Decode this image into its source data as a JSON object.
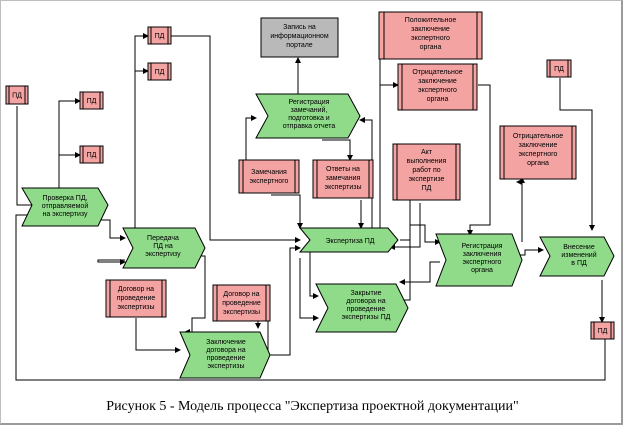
{
  "caption": "Рисунок 5 - Модель процесса \"Экспертиза проектной документации\"",
  "colors": {
    "process_fill": "#8fdb8a",
    "document_fill": "#f4a3a3",
    "grey_fill": "#b9b9b9",
    "line": "#000000"
  },
  "nodes": {
    "pd_left": "ПД",
    "pd_top1": "ПД",
    "pd_top2": "ПД",
    "pd_mid1": "ПД",
    "pd_mid2": "ПД",
    "pd_right_top": "ПД",
    "pd_right_bottom": "ПД",
    "check_pd": [
      "Проверка ПД,",
      "отправляемой",
      "на экспертизу"
    ],
    "transfer_pd": [
      "Передача",
      "ПД на",
      "экспертизу"
    ],
    "contract_doc": [
      "Договор на",
      "проведение",
      "экспертизы"
    ],
    "conclude_contract": [
      "Заключение",
      "договора на",
      "проведение",
      "экспертизы"
    ],
    "contract_doc2": [
      "Договор на",
      "проведение",
      "экспертизы"
    ],
    "info_portal": [
      "Запись на",
      "информационном",
      "портале"
    ],
    "registration_remarks": [
      "Регистрация",
      "замечаний,",
      "подготовка и",
      "отправка отчета"
    ],
    "remarks_doc": [
      "Замечания",
      "экспертного"
    ],
    "answers_doc": [
      "Ответы на",
      "замечания",
      "экспертизы"
    ],
    "act_doc": [
      "Акт",
      "выполнения",
      "работ по",
      "экспертизе",
      "ПД"
    ],
    "expertise_pd": [
      "Экспертиза ПД"
    ],
    "closing_contract": [
      "Закрытие",
      "договора на",
      "проведение",
      "экспертизы ПД"
    ],
    "positive_conclusion": [
      "Положительное",
      "заключение",
      "экспертного",
      "органа"
    ],
    "negative_conclusion1": [
      "Отрицательное",
      "заключение",
      "экспертного",
      "органа"
    ],
    "registration_conclusion": [
      "Регистрация",
      "заключения",
      "экспертного",
      "органа"
    ],
    "negative_conclusion2": [
      "Отрицательное",
      "заключение",
      "экспертного",
      "органа"
    ],
    "changes": [
      "Внесение",
      "изменений",
      "в ПД"
    ]
  }
}
